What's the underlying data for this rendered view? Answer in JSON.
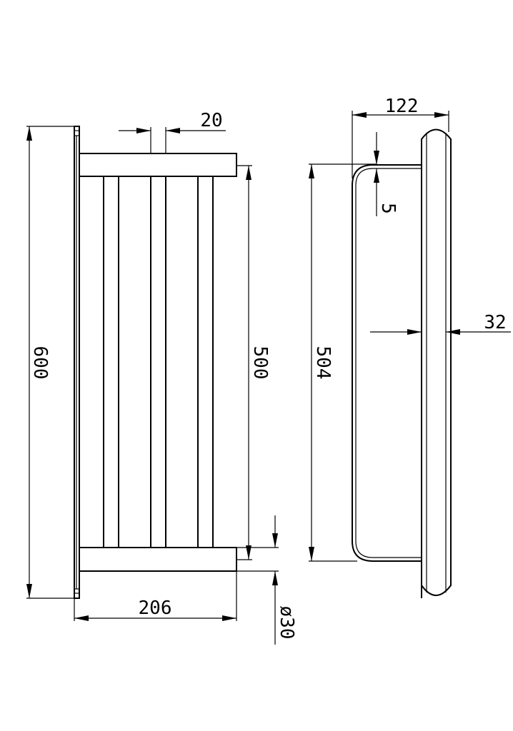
{
  "title": "Towel rack technical drawing",
  "front_view": {
    "dimensions": {
      "height_total": "600",
      "rod_spacing": "20",
      "bar_centers": "500",
      "depth": "206",
      "bar_diameter": "ø30"
    }
  },
  "side_view": {
    "dimensions": {
      "depth": "122",
      "thickness": "5",
      "height": "504",
      "tube_diameter": "32"
    }
  },
  "colors": {
    "line": "#000000",
    "background": "#ffffff"
  }
}
